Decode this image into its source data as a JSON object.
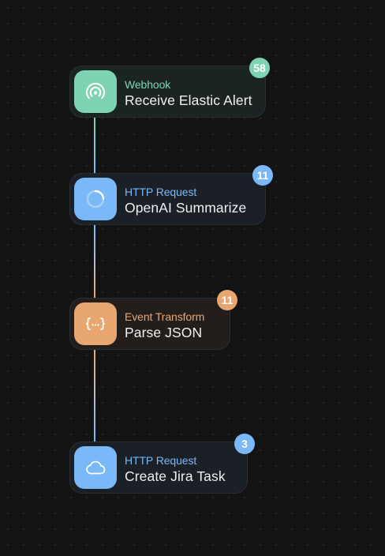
{
  "colors": {
    "background": "#131314",
    "webhook_accent": "#7ed3b2",
    "http_accent": "#7ab8f7",
    "transform_accent": "#e8a771",
    "title_text": "#f0f0f2"
  },
  "nodes": [
    {
      "type_label": "Webhook",
      "title": "Receive Elastic Alert",
      "badge": "58",
      "icon": "webhook-signal-icon"
    },
    {
      "type_label": "HTTP Request",
      "title": "OpenAI Summarize",
      "badge": "11",
      "icon": "loading-spinner-icon"
    },
    {
      "type_label": "Event Transform",
      "title": "Parse JSON",
      "badge": "11",
      "icon": "json-braces-icon"
    },
    {
      "type_label": "HTTP Request",
      "title": "Create Jira Task",
      "badge": "3",
      "icon": "cloud-icon"
    }
  ]
}
